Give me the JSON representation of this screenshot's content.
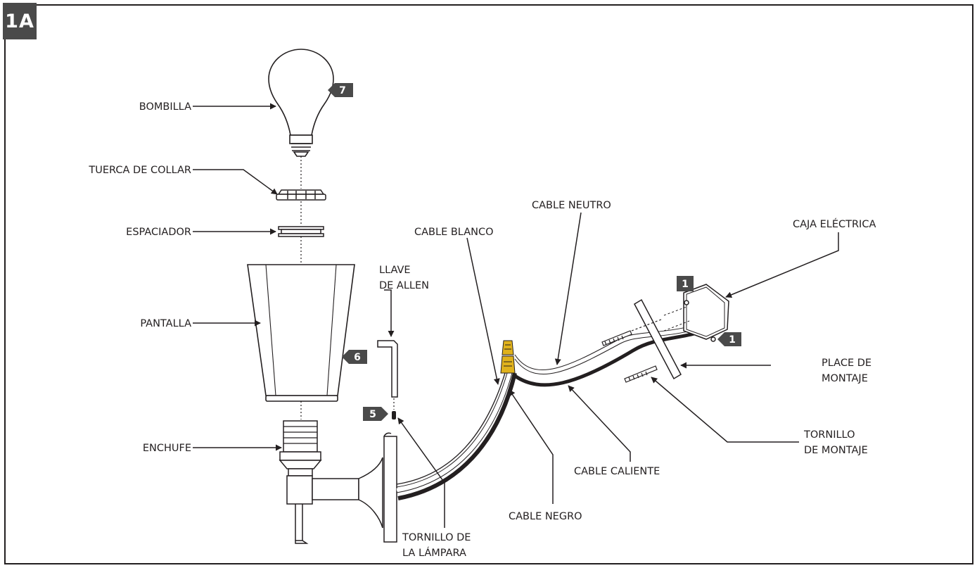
{
  "figure": {
    "id_tag": "1A",
    "labels": {
      "bombilla": "BOMBILLA",
      "tuerca": "TUERCA DE COLLAR",
      "espaciador": "ESPACIADOR",
      "pantalla": "PANTALLA",
      "enchufe": "ENCHUFE",
      "llave_1": "LLAVE",
      "llave_2": "DE ALLEN",
      "cable_blanco": "CABLE BLANCO",
      "cable_neutro": "CABLE NEUTRO",
      "caja": "CAJA ELÉCTRICA",
      "place_1": "PLACE DE",
      "place_2": "MONTAJE",
      "tornillo_montaje_1": "TORNILLO",
      "tornillo_montaje_2": "DE MONTAJE",
      "cable_caliente": "CABLE CALIENTE",
      "cable_negro": "CABLE NEGRO",
      "tornillo_lampara_1": "TORNILLO DE",
      "tornillo_lampara_2": "LA LÁMPARA"
    },
    "steps": {
      "bulb": "7",
      "shade": "6",
      "screw": "5",
      "box_top": "1",
      "box_bottom": "1"
    },
    "colors": {
      "line": "#231f20",
      "badge": "#4a4a4a",
      "wire_nut": "#e0b21c"
    }
  }
}
